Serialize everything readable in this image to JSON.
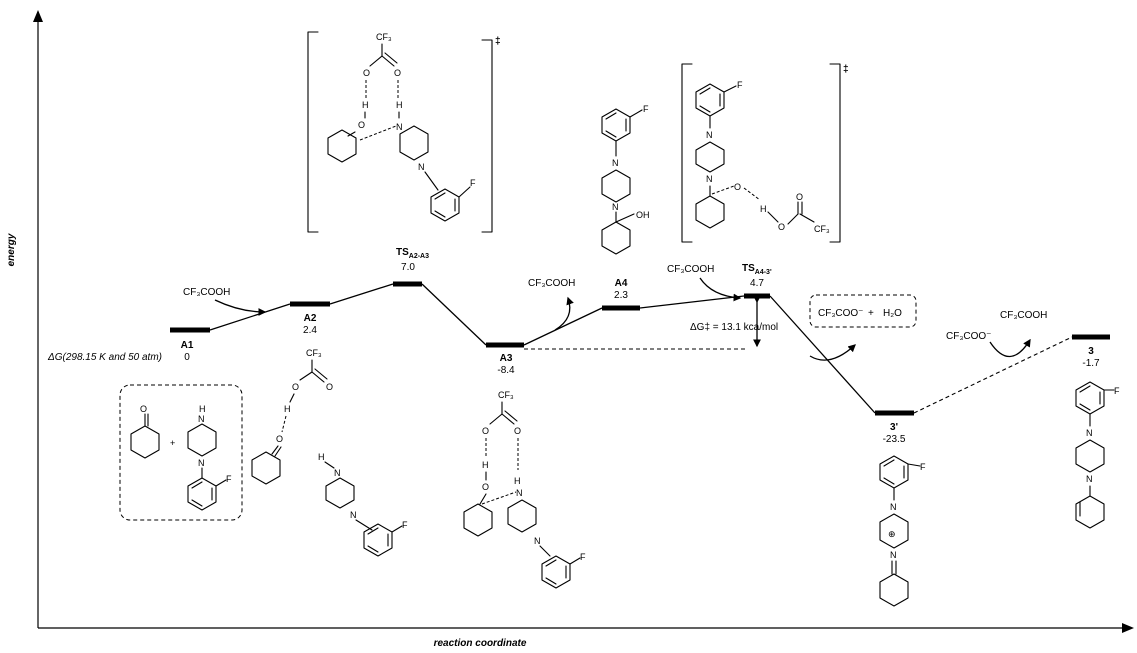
{
  "axes": {
    "y_label": "energy",
    "x_label": "reaction coordinate"
  },
  "footnote": "ΔG(298.15 K and 50 atm)",
  "states": [
    {
      "id": "A1",
      "label": "A1",
      "energy": "0"
    },
    {
      "id": "A2",
      "label": "A2",
      "energy": "2.4"
    },
    {
      "id": "TSA2A3",
      "label": "TS",
      "sub": "A2-A3",
      "energy": "7.0"
    },
    {
      "id": "A3",
      "label": "A3",
      "energy": "-8.4"
    },
    {
      "id": "A4",
      "label": "A4",
      "energy": "2.3"
    },
    {
      "id": "TSA43",
      "label": "TS",
      "sub": "A4-3'",
      "energy": "4.7"
    },
    {
      "id": "P3p",
      "label": "3'",
      "energy": "-23.5"
    },
    {
      "id": "P3",
      "label": "3",
      "energy": "-1.7"
    }
  ],
  "reagents": {
    "cf3cooh_a2": "CF₃COOH",
    "cf3cooh_a3": "CF₃COOH",
    "cf3cooh_ts2": "CF₃COOH",
    "cf3cooh_p3": "CF₃COOH",
    "cf3coo_anion": "CF₃COO⁻"
  },
  "products_box": {
    "anion": "CF₃COO⁻",
    "plus": "+",
    "water": "H₂O"
  },
  "barrier": {
    "text": "ΔG‡ = 13.1 kca/mol"
  },
  "ts_marker": "‡",
  "atoms": {
    "O": "O",
    "H": "H",
    "N": "N",
    "F": "F",
    "CF3": "CF₃",
    "OH": "OH",
    "plus": "+",
    "charge": "⊕"
  }
}
